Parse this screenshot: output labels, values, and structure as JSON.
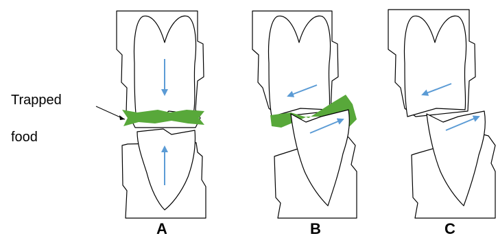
{
  "annotation": {
    "line1": "Trapped",
    "line2": "food"
  },
  "panels": [
    {
      "label": "A"
    },
    {
      "label": "B"
    },
    {
      "label": "C"
    }
  ],
  "colors": {
    "food": "#58a83a",
    "arrow": "#5b9bd5",
    "outline": "#000000"
  }
}
